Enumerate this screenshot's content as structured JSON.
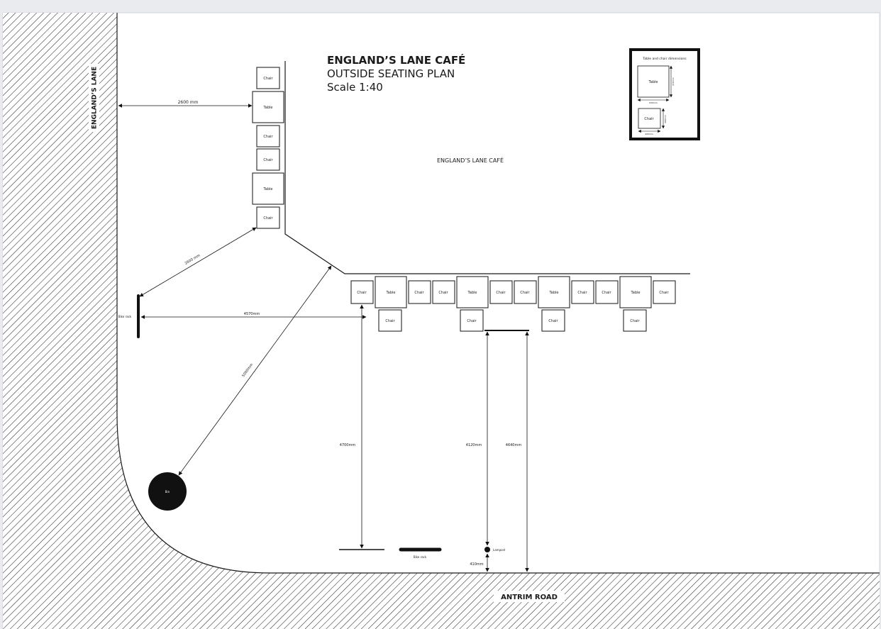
{
  "title": {
    "line1": "ENGLAND’S LANE CAFÉ",
    "line2": "OUTSIDE SEATING PLAN",
    "line3": "Scale 1:40"
  },
  "cafe_label": "ENGLAND’S LANE CAFÉ",
  "street_left": "ENGLAND’S LANE",
  "street_bottom": "ANTRIM ROAD",
  "furniture": {
    "chair": "Chair",
    "table": "Table"
  },
  "legend": {
    "title": "Table and chair dimensions",
    "table": "Table",
    "chair": "Chair",
    "table_width": "630mm",
    "table_height": "670mm",
    "chair_width": "420mm",
    "chair_height": "400mm"
  },
  "dimensions": {
    "d2600a": "2600 mm",
    "d2600b": "2600 mm",
    "d4570": "4570mm",
    "d5000": "5000mm",
    "d4700": "4700mm",
    "d4120": "4120mm",
    "d4640": "4640mm",
    "d410": "410mm"
  },
  "objects": {
    "bike_rack_left": "Bike rack",
    "bike_rack_bottom": "Bike rack",
    "bin": "Bin",
    "lampost": "Lampost"
  }
}
